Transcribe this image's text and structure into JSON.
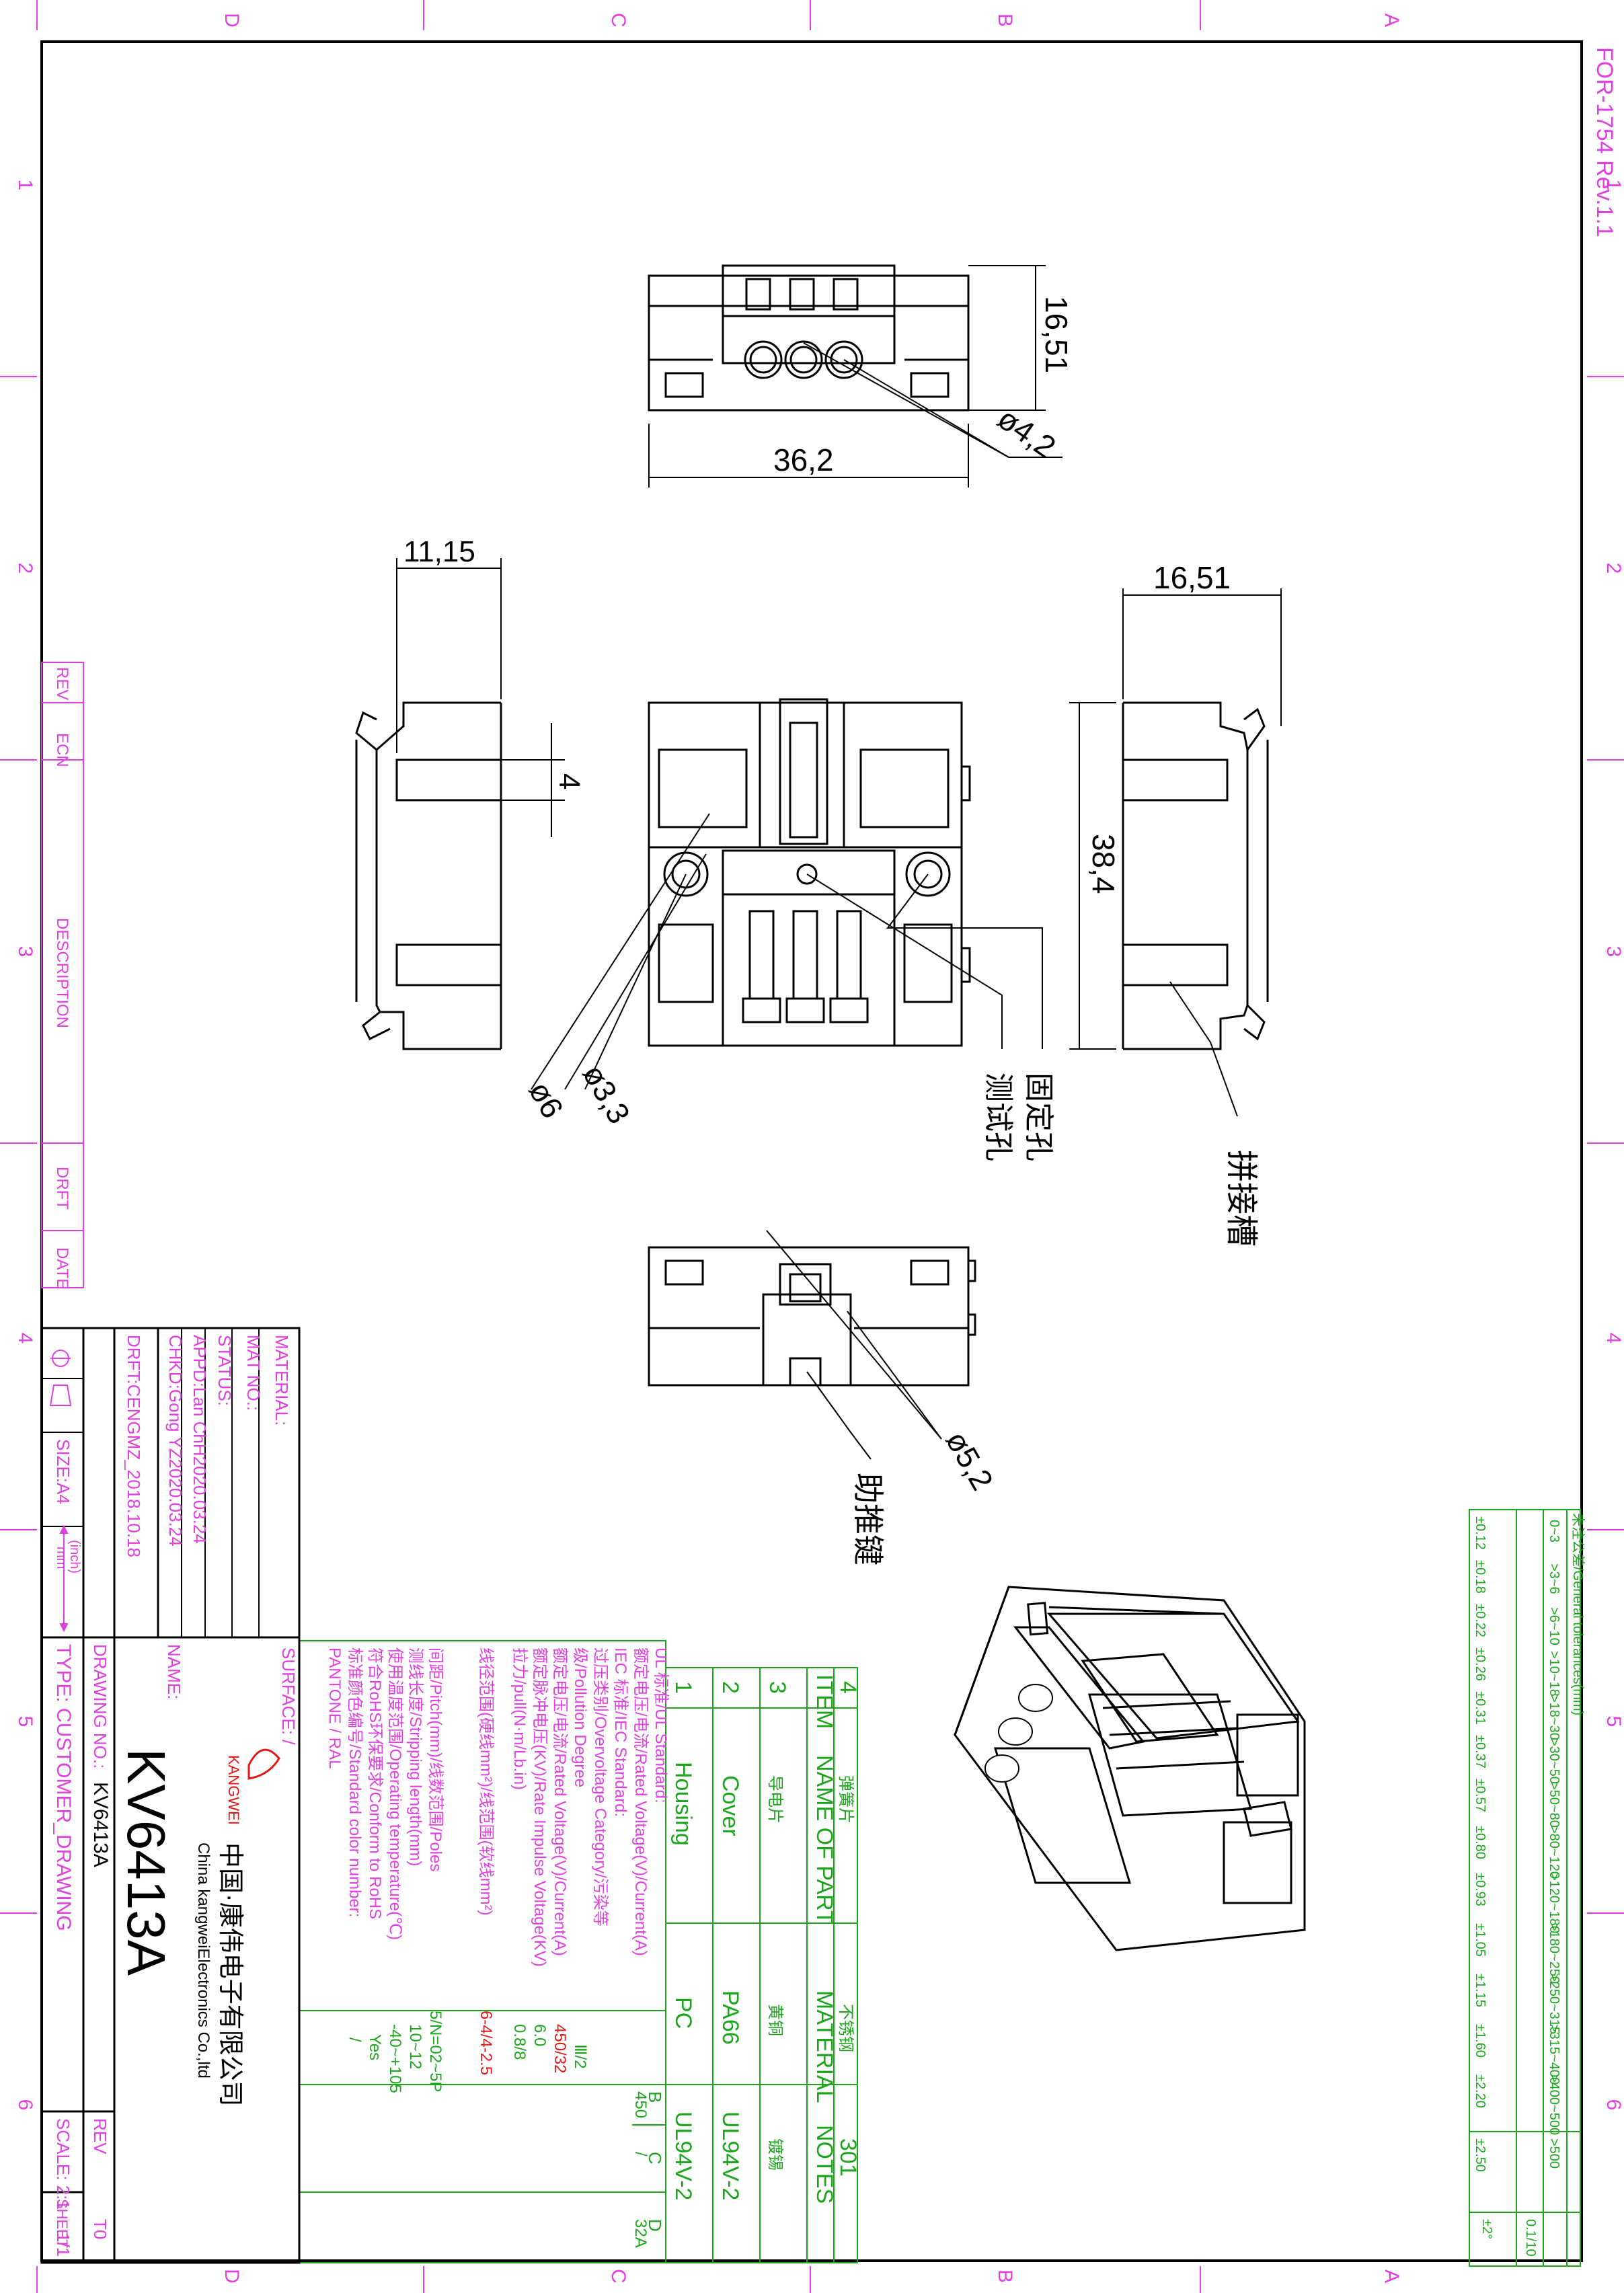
{
  "form_id": "FOR-1754 Rev.1.1",
  "zones": {
    "columns": [
      "D",
      "C",
      "B",
      "A"
    ],
    "rows": [
      "1",
      "2",
      "3",
      "4",
      "5",
      "6"
    ]
  },
  "revision_block": {
    "rev": "REV",
    "ecn": "ECN",
    "description": "DESCRIPTION",
    "drft": "DRFT",
    "date": "DATE"
  },
  "dimensions": {
    "top_height": "16,51",
    "top_width": "36,2",
    "top_hole": "ø4,2",
    "side_width": "11,15",
    "slot": "4",
    "right_width": "16,51",
    "right_height": "38,4",
    "hole_6": "ø6",
    "hole_3_3": "ø3,3",
    "bottom_hole": "ø5,2"
  },
  "callouts": {
    "fixing_hole": "固定孔",
    "test_hole": "测试孔",
    "splice_slot": "拼接槽",
    "push_button": "助推键"
  },
  "tolerance_table": {
    "title": "未注公差/General tolerances(mm)",
    "ranges": [
      "0~3",
      ">3~6",
      ">6~10",
      ">10~18",
      ">18~30",
      ">30~50",
      ">50~80",
      ">80~120",
      ">120~180",
      ">180~250",
      ">250~315",
      ">315~400",
      ">400~500",
      ">500"
    ],
    "values": [
      "±0.12",
      "±0.18",
      "±0.22",
      "±0.26",
      "±0.31",
      "±0.37",
      "±0.57",
      "±0.80",
      "±0.93",
      "±1.05",
      "±1.15",
      "±1.60",
      "±2.20",
      "±2.50"
    ],
    "angle_head": "0.1/10",
    "angle_value": "±2°"
  },
  "parts_list": {
    "headers": [
      "ITEM",
      "NAME OF PART",
      "MATERIAL",
      "NOTES"
    ],
    "rows": [
      {
        "item": "4",
        "name": "弹簧片",
        "material": "不锈钢",
        "notes": "301"
      },
      {
        "item": "3",
        "name": "导电片",
        "material": "黄铜",
        "notes": "镀锡"
      },
      {
        "item": "2",
        "name": "Cover",
        "material": "PA66",
        "notes": "UL94V-2"
      },
      {
        "item": "1",
        "name": "Housing",
        "material": "PC",
        "notes": "UL94V-2"
      }
    ],
    "bcd": [
      "B",
      "C",
      "D"
    ]
  },
  "specs": [
    {
      "label": "UL 标准/UL Standard:",
      "values": [
        "",
        "",
        ""
      ]
    },
    {
      "label": "额定电压/电流/Rated Voltage(V)/Current(A)",
      "values": [
        "450",
        "/",
        "32A"
      ]
    },
    {
      "label": "IEC 标准/IEC Standard:",
      "values": [
        "",
        "",
        ""
      ]
    },
    {
      "label": "过压类别/Overvoltage Category/污染等",
      "values": [
        "",
        "",
        ""
      ]
    },
    {
      "label": "级/Pollution Degree",
      "values": [
        "Ⅲ/2",
        "",
        ""
      ]
    },
    {
      "label": "额定电压/电流/Rated Voltage(V)/Current(A)",
      "values": [
        "450/32",
        "",
        ""
      ]
    },
    {
      "label": "额定脉冲电压(KV)/Rate Impulse Voltage(KV)",
      "values": [
        "6.0",
        "",
        ""
      ]
    },
    {
      "label": "拉力/pull(N·m/Lb.in)",
      "values": [
        "0.8/8",
        "",
        ""
      ]
    },
    {
      "label": "线径范围(硬线mm²)/线范围(软线mm²)",
      "values": [
        "6-4/4-2.5",
        "",
        ""
      ]
    },
    {
      "label": "间距/Pitch(mm)/线数范围/Poles",
      "values": [
        "5/N=02~5P",
        "",
        ""
      ]
    },
    {
      "label": "测线长度/Stripping length(mm)",
      "values": [
        "10~12",
        "",
        ""
      ]
    },
    {
      "label": "使用温度范围/Operating temperature(℃)",
      "values": [
        "-40~+105",
        "",
        ""
      ]
    },
    {
      "label": "符合RoHS环保要求/Conform to RoHS",
      "values": [
        "Yes",
        "",
        ""
      ]
    },
    {
      "label": "标准颜色编号/Standard color number:",
      "values": [
        "/",
        "",
        ""
      ]
    },
    {
      "label": "PANTONE  /  RAL",
      "values": [
        "",
        "",
        ""
      ]
    }
  ],
  "title_block": {
    "material": "MATERIAL:",
    "mat_no": "MAT NO.:",
    "status": "STATUS:",
    "appd": "APPD:Lan  ChH2020.03.24",
    "chkd": "CHKD:Gong  YZ2020.03.24",
    "drft": "DRFT:CENGMZ_2018.10.18",
    "size": "SIZE:A4",
    "units_mm": "mm",
    "units_inch": "(inch)",
    "surface": "SURFACE: /",
    "company_cn": "中国·康伟电子有限公司",
    "company_en": "China kangweiElectronics Co.,ltd",
    "logo_text": "KANGWEI",
    "name_label": "NAME:",
    "name_value": "KV6413A",
    "drawing_no_label": "DRAWING NO.:",
    "drawing_no_value": "KV6413A",
    "type": "TYPE: CUSTOMER_DRAWING",
    "scale": "SCALE: 2:1",
    "sheet_label": "SHEET",
    "sheet_value": "1/1",
    "rev_label": "REV",
    "rev_value": "T0"
  },
  "colors": {
    "line": "#000000",
    "border": "#e040e0",
    "green": "#1ca51c",
    "red": "#e01818"
  }
}
